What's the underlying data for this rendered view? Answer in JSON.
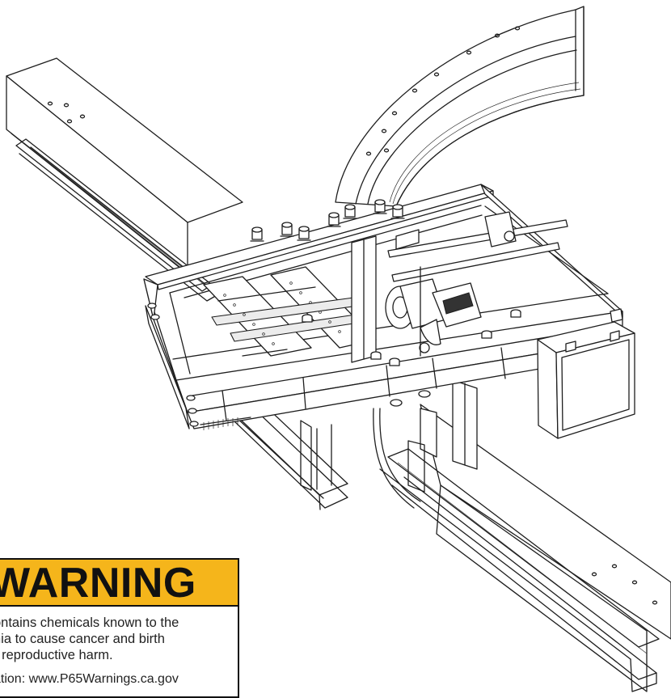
{
  "warning": {
    "title": "WARNING",
    "body_lines": [
      "ontains chemicals known to the",
      "nia to cause cancer and birth",
      "r reproductive harm."
    ],
    "info": "ation: www.P65Warnings.ca.gov",
    "header_color": "#f5b51b"
  },
  "colors": {
    "line": "#1e1e1e",
    "background": "#ffffff"
  }
}
